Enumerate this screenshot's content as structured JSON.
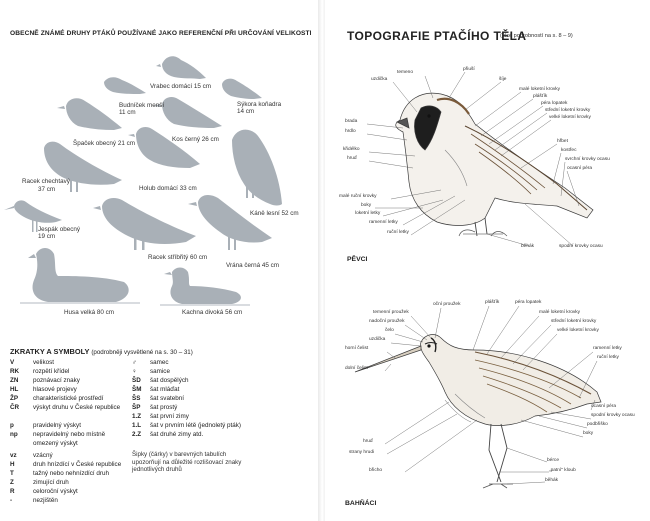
{
  "left_page": {
    "heading": "OBECNĚ ZNÁMÉ DRUHY PTÁKŮ POUŽÍVANÉ JAKO REFERENČNÍ PŘI URČOVÁNÍ VELIKOSTI",
    "birds": [
      {
        "name": "Vrabec domácí",
        "size": "15 cm"
      },
      {
        "name": "Budníček menší",
        "size": "11 cm"
      },
      {
        "name": "Sýkora koňadra",
        "size": "14 cm"
      },
      {
        "name": "Kos černý",
        "size": "26 cm"
      },
      {
        "name": "Špaček obecný",
        "size": "21 cm"
      },
      {
        "name": "Holub domácí",
        "size": "33 cm"
      },
      {
        "name": "Racek chechtavý",
        "size": "37 cm"
      },
      {
        "name": "Káně lesní",
        "size": "52 cm"
      },
      {
        "name": "Jespák obecný",
        "size": "19 cm"
      },
      {
        "name": "Racek stříbřitý",
        "size": "60 cm"
      },
      {
        "name": "Vrána černá",
        "size": "45 cm"
      },
      {
        "name": "Husa velká",
        "size": "80 cm"
      },
      {
        "name": "Kachna divoká",
        "size": "56 cm"
      }
    ],
    "abbreviations_title": "ZKRATKY A SYMBOLY",
    "abbreviations_note": "(podrobněji vysvětlené na s. 30 – 31)",
    "abbr_left": [
      {
        "k": "V",
        "v": "velikost"
      },
      {
        "k": "RK",
        "v": "rozpětí křídel"
      },
      {
        "k": "ZN",
        "v": "poznávací znaky"
      },
      {
        "k": "HL",
        "v": "hlasové projevy"
      },
      {
        "k": "ŽP",
        "v": "charakteristické prostředí"
      },
      {
        "k": "ČR",
        "v": "výskyt druhu v České republice"
      },
      {
        "k": "p",
        "v": "pravidelný výskyt"
      },
      {
        "k": "np",
        "v": "nepravidelný nebo místně"
      },
      {
        "k": "",
        "v": "omezený výskyt"
      },
      {
        "k": "vz",
        "v": "vzácný"
      },
      {
        "k": "H",
        "v": "druh hnízdící v České republice"
      },
      {
        "k": "T",
        "v": "tažný nebo nehnízdící druh"
      },
      {
        "k": "Z",
        "v": "zimující druh"
      },
      {
        "k": "R",
        "v": "celoroční výskyt"
      },
      {
        "k": "-",
        "v": "nezjištěn"
      }
    ],
    "abbr_right": [
      {
        "k": "♂",
        "v": "samec"
      },
      {
        "k": "♀",
        "v": "samice"
      },
      {
        "k": "ŠD",
        "v": "šat dospělých"
      },
      {
        "k": "ŠM",
        "v": "šat mláďat"
      },
      {
        "k": "ŠS",
        "v": "šat svatební"
      },
      {
        "k": "ŠP",
        "v": "šat prostý"
      },
      {
        "k": "1.Z",
        "v": "šat první zimy"
      },
      {
        "k": "1.L",
        "v": "šat v prvním létě (jednoletý pták)"
      },
      {
        "k": "2.Z",
        "v": "šat druhé zimy atd."
      }
    ],
    "arrow_note": "Šipky (čárky) v barevných tabulích upozorňují na důležité rozlišovací znaky jednotlivých druhů"
  },
  "right_page": {
    "title": "TOPOGRAFIE PTAČÍHO TĚLA",
    "subtitle": "(více podrobností na s. 8 – 9)",
    "passerine_label": "PĚVCI",
    "wader_label": "BAHŇÁCI",
    "passerine_parts": {
      "temeno": "temeno",
      "prusi": "přiuší",
      "uzdicka": "uzdička",
      "sije": "šíje",
      "male_loketni": "malé loketní krovky",
      "plstik": "plášťík",
      "pera_lopatek": "péra lopatek",
      "stredni_loketni": "střední loketní krovky",
      "velke_loketni": "velké loketní krovky",
      "brada": "brada",
      "hrdlo": "hrdlo",
      "hrbet": "hřbet",
      "kostrec": "kostřec",
      "kridelko": "křidélko",
      "hrud": "hruď",
      "svrchni_krovky_ocasu": "svrchní krovky ocasu",
      "ocasni_pera": "ocasní péra",
      "male_rucni": "malé ruční krovky",
      "boky": "boky",
      "loketni_letky": "loketní letky",
      "ramenni_letky": "ramenní letky",
      "rucni_letky": "ruční letky",
      "behak": "běhák",
      "spodni_krovky_ocasu": "spodní krovky ocasu"
    },
    "wader_parts": {
      "ocni_prouzek": "oční proužek",
      "plstik": "plášťík",
      "pera_lopatek": "péra lopatek",
      "temenni_prouzek": "temenní proužek",
      "nadocni_prouzek": "nadoční proužek",
      "male_loketni": "malé loketní krovky",
      "stredni_loketni": "střední loketní krovky",
      "celo": "čelo",
      "velke_loketni": "velké loketní krovky",
      "uzdicka": "uzdička",
      "horni_cast": "horní čelist",
      "dolni_cast": "dolní čelist",
      "ramenni_letky": "ramenní letky",
      "rucni_letky": "ruční letky",
      "ocasni_pera": "ocasní péra",
      "spodni_krovky": "spodní krovky ocasu",
      "podbricho": "podbřiško",
      "boky": "boky",
      "hrud": "hruď",
      "strany_hrudi": "strany hrudi",
      "bricho": "břicho",
      "berce": "bérce",
      "patni_kloub": "„patní\" kloub",
      "behak": "běhák"
    }
  }
}
